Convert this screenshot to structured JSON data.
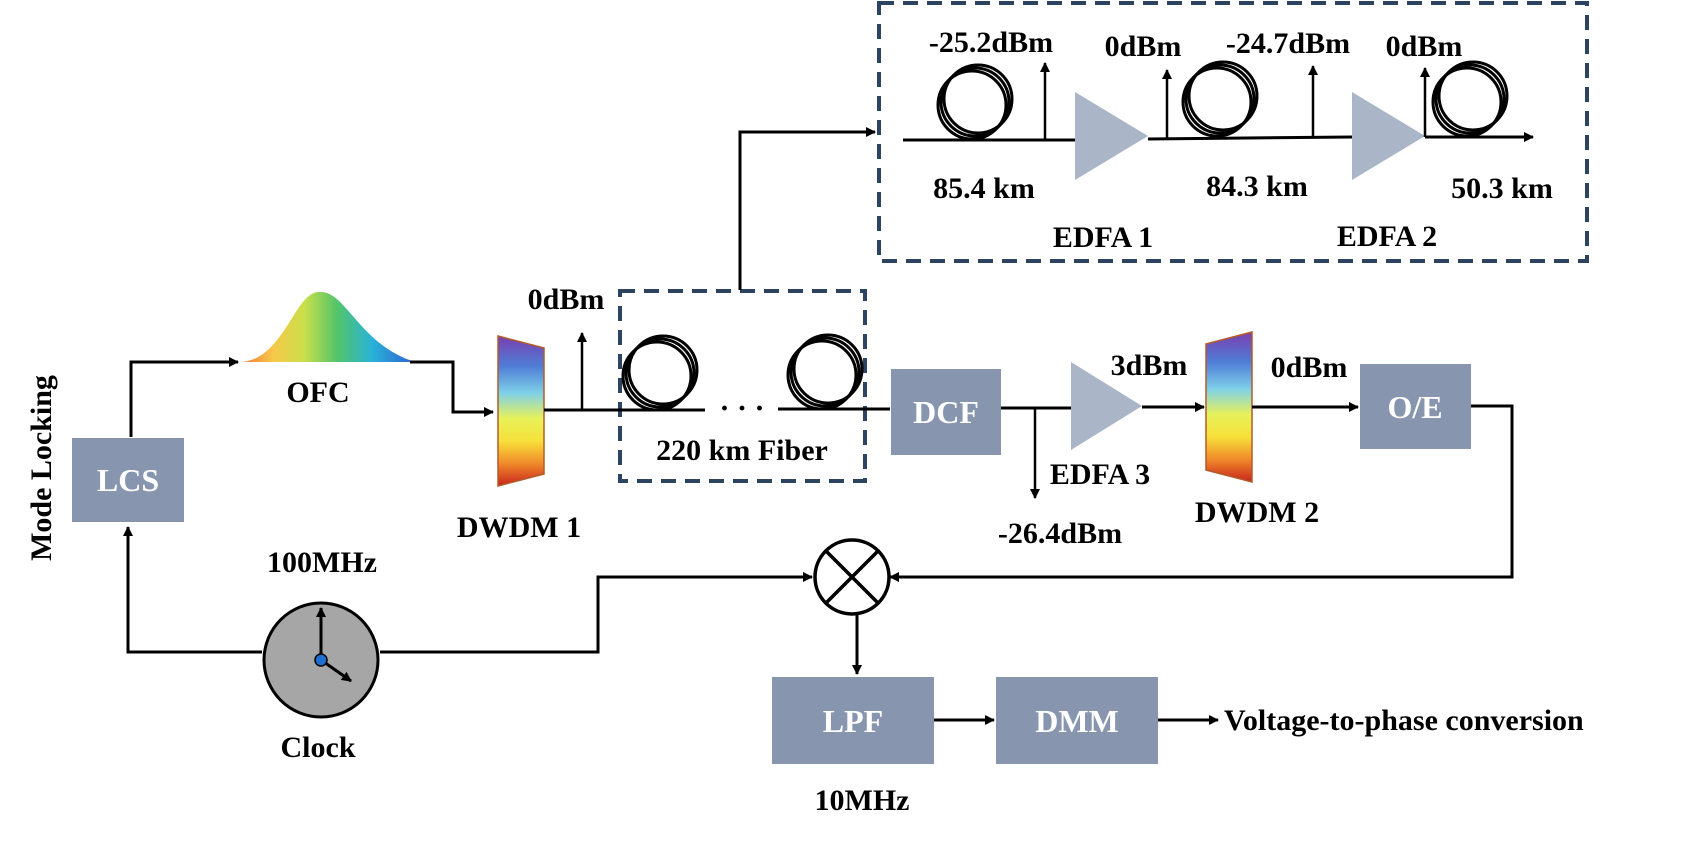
{
  "colors": {
    "block_fill": "#8796ae",
    "amp_fill": "#aab5c7",
    "dash_border": "#2d4460",
    "clock_fill": "#a6a6a6",
    "clock_center": "#1f6fd1",
    "line": "#000000"
  },
  "blocks": {
    "lcs": "LCS",
    "dcf": "DCF",
    "oe": "O/E",
    "lpf": "LPF",
    "dmm": "DMM"
  },
  "labels": {
    "mode_locking": "Mode Locking",
    "ofc": "OFC",
    "clock": "Clock",
    "clock_freq": "100MHz",
    "dwdm1": "DWDM 1",
    "dwdm2": "DWDM 2",
    "fiber_220": "220 km Fiber",
    "fiber_dots": "· · ·",
    "edfa1": "EDFA 1",
    "edfa2": "EDFA 2",
    "edfa3": "EDFA 3",
    "lpf_freq": "10MHz",
    "output": "Voltage-to-phase conversion"
  },
  "power": {
    "p_dwdm1_out": "0dBm",
    "p_span1_in": "-25.2dBm",
    "p_edfa1_out": "0dBm",
    "p_span2_in": "-24.7dBm",
    "p_edfa2_out": "0dBm",
    "p_edfa3_out": "3dBm",
    "p_dwdm2_out": "0dBm",
    "p_dcf_tap": "-26.4dBm"
  },
  "spans": {
    "span1": "85.4 km",
    "span2": "84.3 km",
    "span3": "50.3 km"
  },
  "icons": {
    "coil": "fiber-coil-icon",
    "amplifier": "amplifier-triangle-icon",
    "mixer": "mixer-cross-icon",
    "clock": "clock-icon"
  }
}
